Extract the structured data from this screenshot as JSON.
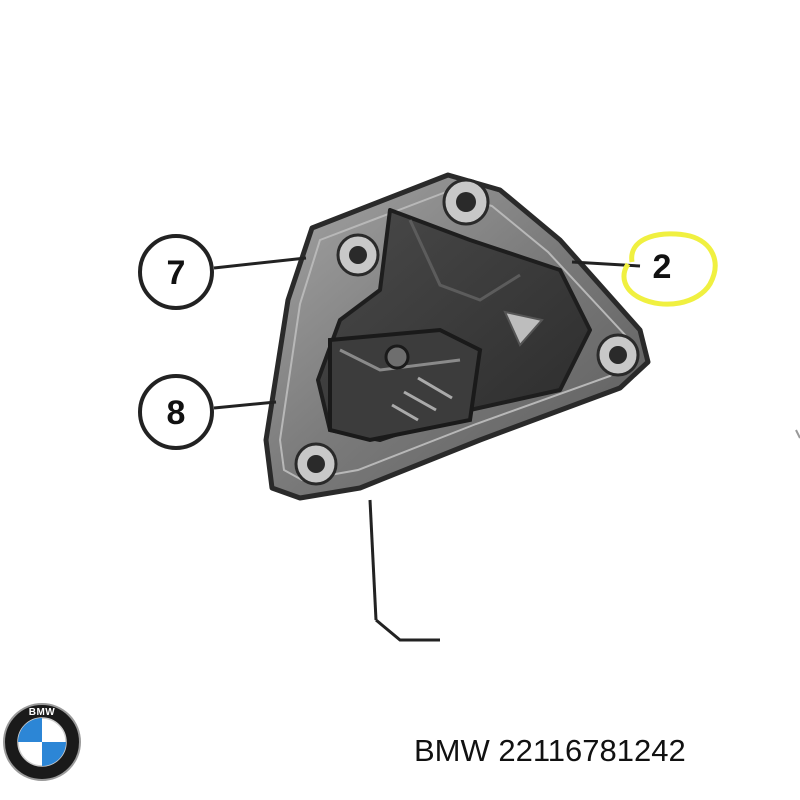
{
  "callouts": {
    "callout_7": "7",
    "callout_8": "8",
    "callout_2": "2"
  },
  "logo": {
    "text": "BMW",
    "icon": "bmw-roundel-logo"
  },
  "caption": {
    "brand": "BMW",
    "part_number": "22116781242"
  },
  "colors": {
    "highlight": "#f0f040",
    "bracket_dark": "#3a3a3a",
    "bracket_light": "#8c8c8c",
    "logo_blue": "#2c86d6"
  }
}
